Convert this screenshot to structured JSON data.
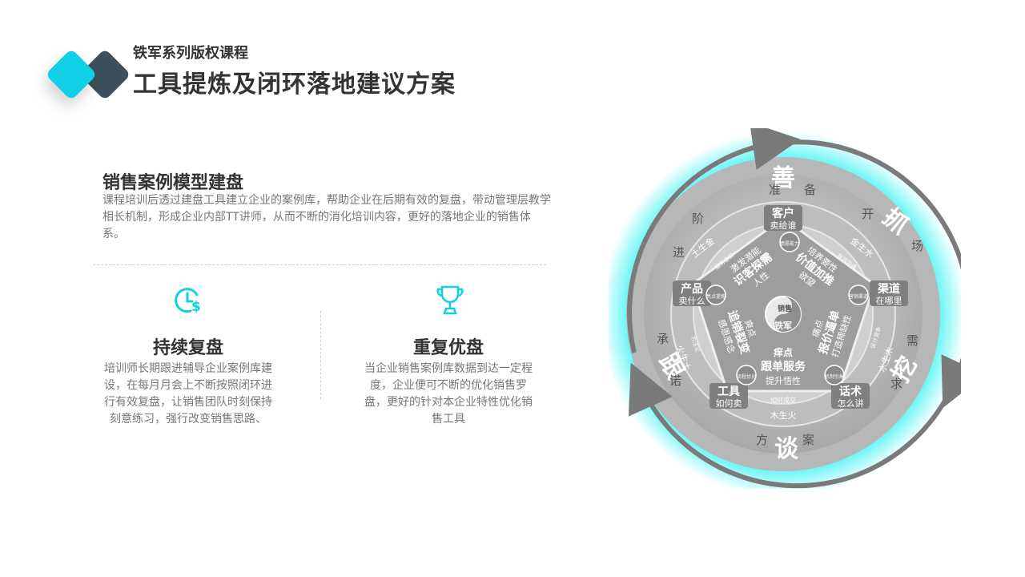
{
  "header": {
    "subtitle": "铁军系列版权课程",
    "title": "工具提炼及闭环落地建议方案"
  },
  "section": {
    "title": "销售案例模型建盘",
    "body": "课程培训后透过建盘工具建立企业的案例库，帮助企业在后期有效的复盘，带动管理层教学相长机制，形成企业内部TT讲师，从而不断的消化培训内容，更好的落地企业的销售体系。"
  },
  "columns": [
    {
      "icon": "clock-dollar-icon",
      "title": "持续复盘",
      "body": "培训师长期跟进辅导企业案例库建设，在每月月会上不断按照闭环进行有效复盘，让销售团队时刻保持刻意练习，强行改变销售思路、"
    },
    {
      "icon": "trophy-icon",
      "title": "重复优盘",
      "body": "当企业销售案例库数据到达一定程度，企业便可不断的优化销售罗盘，更好的针对本企业特性优化销售工具"
    }
  ],
  "wheel": {
    "outer_big": [
      "善",
      "抓",
      "挖",
      "谈",
      "跟"
    ],
    "outer_small": [
      "准",
      "备",
      "开",
      "场",
      "需",
      "求",
      "方",
      "案",
      "承",
      "诺",
      "进",
      "阶"
    ],
    "mid_ring": [
      "金生水",
      "水生木",
      "木生火",
      "火生土",
      "土生金"
    ],
    "nodes": [
      {
        "title": "客户",
        "sub": "卖给谁"
      },
      {
        "title": "渠道",
        "sub": "在哪里"
      },
      {
        "title": "话术",
        "sub": "怎么讲"
      },
      {
        "title": "工具",
        "sub": "如何卖"
      },
      {
        "title": "产品",
        "sub": "卖什么"
      }
    ],
    "node_tags": [
      "意愿能力",
      "营销渠道",
      "机制引爆",
      "流程优化",
      "亮点提炼",
      "吸引眼球"
    ],
    "inner_labels": [
      {
        "line1": "激发潜能",
        "line2": "识客探需",
        "line3": "人性"
      },
      {
        "line1": "培养要性",
        "line2": "价值加推",
        "line3": "欲望"
      },
      {
        "line1": "痛点",
        "line2": "报价逼单",
        "line3": "打造稀缺性"
      },
      {
        "line1": "痒点",
        "line2": "跟单服务",
        "line3": "提升悟性"
      },
      {
        "line1": "爽点",
        "line2": "追销裂变",
        "line3": "感恩感念"
      }
    ],
    "center": [
      "销售",
      "铁军"
    ],
    "bottom_tag": "如何成交",
    "side_tags": [
      "服务意识",
      "有效沟通",
      "设计竞争",
      "方法论"
    ]
  },
  "colors": {
    "accent": "#0fd0e6",
    "dark": "#3d4f5c",
    "text": "#333333",
    "muted": "#777777"
  }
}
